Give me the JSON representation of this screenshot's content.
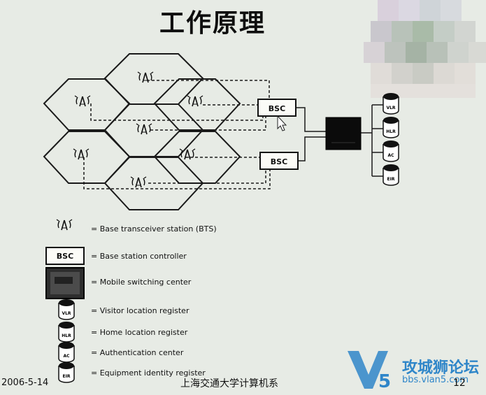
{
  "title": "工作原理",
  "network": {
    "bsc_label": "BSC",
    "databases": [
      "VLR",
      "HLR",
      "AC",
      "EIR"
    ]
  },
  "legend": [
    {
      "symbol": "bts",
      "text": "= Base transceiver station (BTS)"
    },
    {
      "symbol": "bsc",
      "text": "= Base station controller",
      "label": "BSC"
    },
    {
      "symbol": "msc",
      "text": "= Mobile switching center"
    },
    {
      "symbol": "db",
      "text": "= Visitor location register",
      "label": "VLR"
    },
    {
      "symbol": "db",
      "text": "= Home location register",
      "label": "HLR"
    },
    {
      "symbol": "db",
      "text": "= Authentication center",
      "label": "AC"
    },
    {
      "symbol": "db",
      "text": "= Equipment identity register",
      "label": "EIR"
    }
  ],
  "footer": {
    "date": "2006-5-14",
    "center": "上海交通大学计算机系",
    "page": "12"
  },
  "watermark": {
    "logo": "V5",
    "brand": "攻城狮论坛",
    "url": "bbs.vlan5.com"
  },
  "colors": {
    "background": "#e7ebe5",
    "ink": "#111111",
    "watermark": "#2f86c9"
  }
}
